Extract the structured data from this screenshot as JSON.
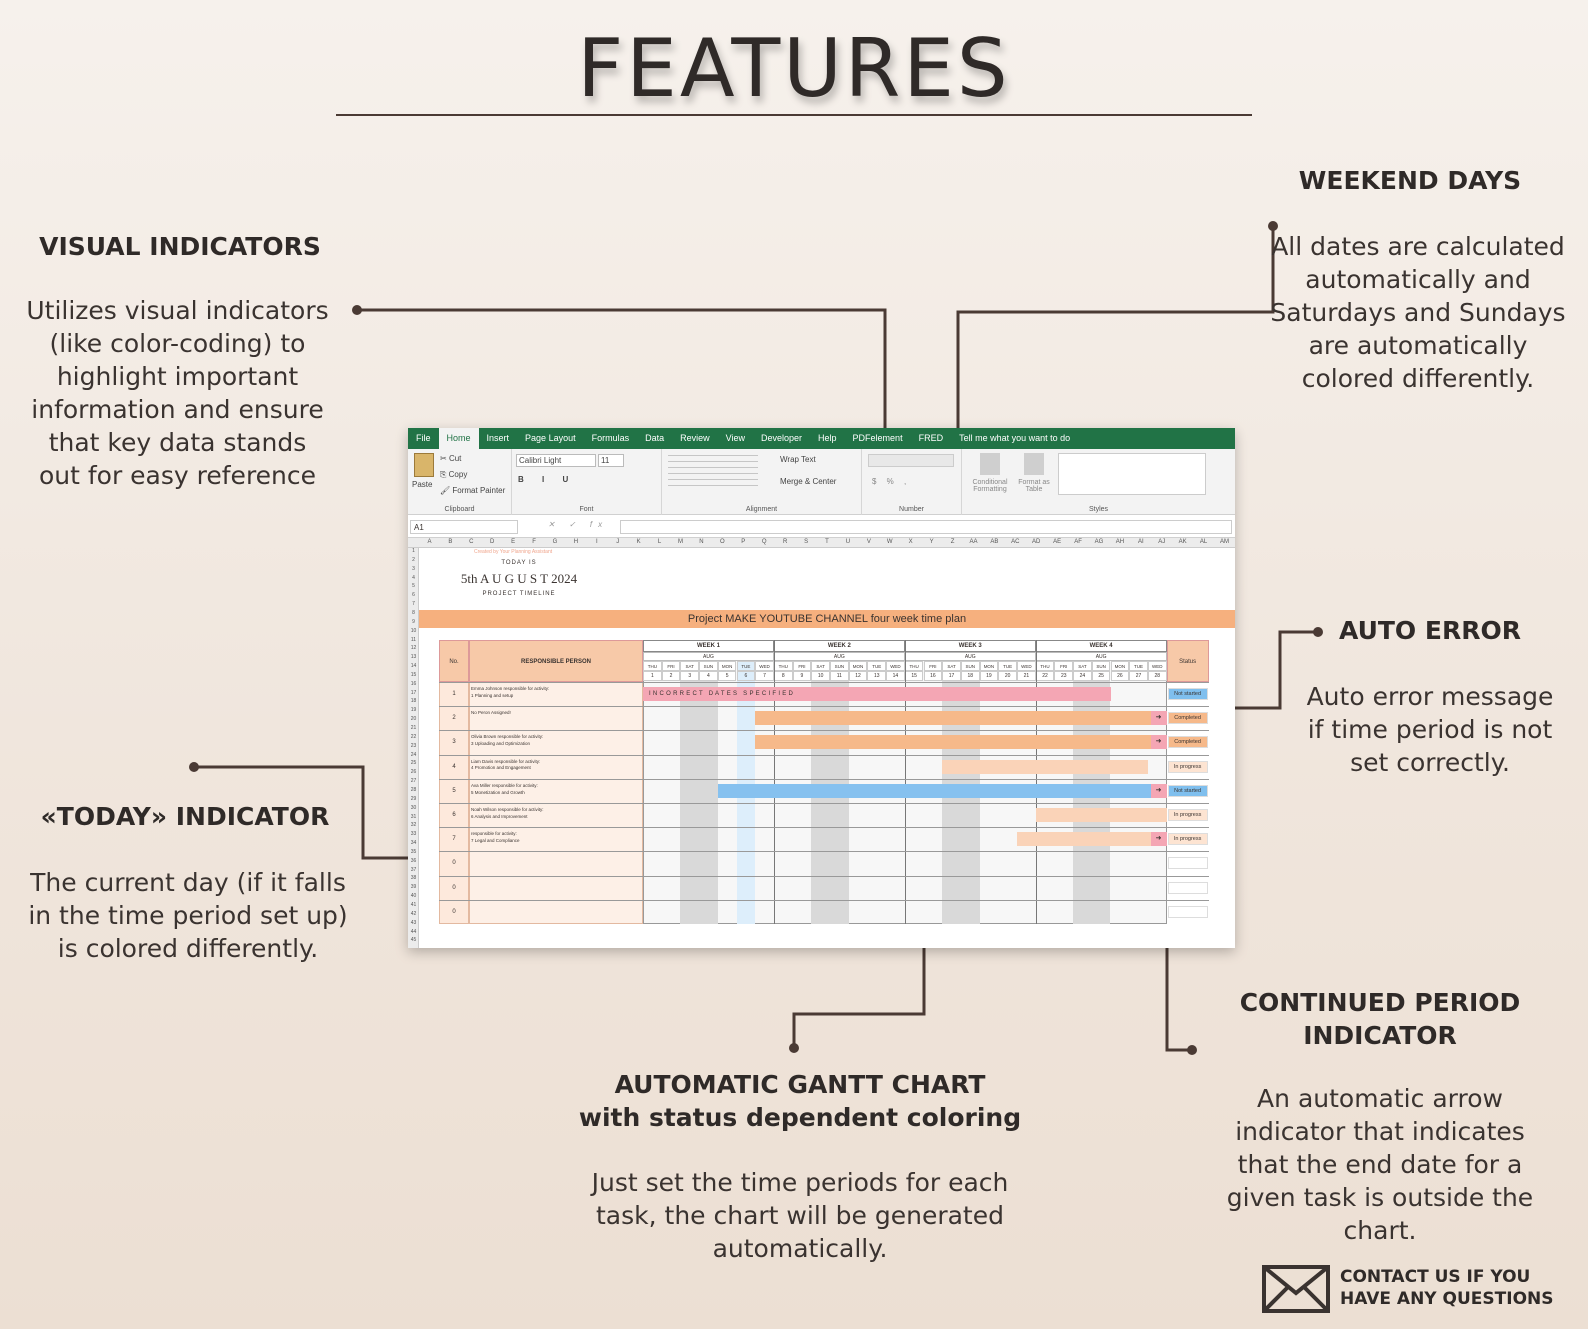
{
  "page": {
    "title": "FEATURES",
    "contact": "CONTACT US IF YOU HAVE ANY QUESTIONS"
  },
  "features": {
    "visual_indicators": {
      "heading": "VISUAL INDICATORS",
      "body": "Utilizes visual indicators (like color-coding) to highlight important information and ensure that key data stands out for easy reference"
    },
    "weekend_days": {
      "heading": "WEEKEND DAYS",
      "body": "All dates are calculated automatically and Saturdays and Sundays are automatically colored differently."
    },
    "auto_error": {
      "heading": "AUTO ERROR",
      "body": "Auto error message if time period is not set correctly."
    },
    "today_indicator": {
      "heading": "«TODAY» INDICATOR",
      "body": "The current day (if it falls in the time period set up) is colored differently."
    },
    "gantt_chart": {
      "heading_line1": "AUTOMATIC GANTT CHART",
      "heading_line2": "with status dependent coloring",
      "body": "Just set the time periods for each task, the chart will be generated automatically."
    },
    "continued_period": {
      "heading": "CONTINUED PERIOD INDICATOR",
      "body": "An automatic arrow indicator that indicates that the end date for a given task is outside the chart."
    }
  },
  "excel": {
    "tabs": [
      "File",
      "Home",
      "Insert",
      "Page Layout",
      "Formulas",
      "Data",
      "Review",
      "View",
      "Developer",
      "Help",
      "PDFelement",
      "FRED",
      "Tell me what you want to do"
    ],
    "active_tab": "Home",
    "ribbon": {
      "paste": "Paste",
      "cut": "Cut",
      "copy": "Copy",
      "format_painter": "Format Painter",
      "clipboard": "Clipboard",
      "font_name": "Calibri Light",
      "font_size": "11",
      "font": "Font",
      "wrap_text": "Wrap Text",
      "merge_center": "Merge & Center",
      "alignment": "Alignment",
      "number": "Number",
      "conditional_formatting": "Conditional Formatting",
      "format_as_table": "Format as Table",
      "styles": "Styles"
    },
    "name_box": "A1",
    "fx": "fx",
    "columns": [
      "A",
      "B",
      "C",
      "D",
      "E",
      "F",
      "G",
      "H",
      "I",
      "J",
      "K",
      "L",
      "M",
      "N",
      "O",
      "P",
      "Q",
      "R",
      "S",
      "T",
      "U",
      "V",
      "W",
      "X",
      "Y",
      "Z",
      "AA",
      "AB",
      "AC",
      "AD",
      "AE",
      "AF",
      "AG",
      "AH",
      "AI",
      "AJ",
      "AK",
      "AL",
      "AM"
    ],
    "created_by": "Created by Your Planning Assistant",
    "today_label": "TODAY IS",
    "today_date": "5th A U G U S T  2024",
    "project_timeline": "PROJECT TIMELINE",
    "project_banner": "Project   MAKE YOUTUBE CHANNEL   four week time plan",
    "table_headers": {
      "no": "No.",
      "person": "RESPONSIBLE PERSON",
      "status": "Status"
    },
    "weeks": [
      "WEEK 1",
      "WEEK 2",
      "WEEK 3",
      "WEEK 4"
    ],
    "month": "AUG",
    "day_names": [
      "THU",
      "FRI",
      "SAT",
      "SUN",
      "MON",
      "TUE",
      "WED",
      "THU",
      "FRI",
      "SAT",
      "SUN",
      "MON",
      "TUE",
      "WED",
      "THU",
      "FRI",
      "SAT",
      "SUN",
      "MON",
      "TUE",
      "WED",
      "THU",
      "FRI",
      "SAT",
      "SUN",
      "MON",
      "TUE",
      "WED"
    ],
    "day_numbers": [
      "1",
      "2",
      "3",
      "4",
      "5",
      "6",
      "7",
      "8",
      "9",
      "10",
      "11",
      "12",
      "13",
      "14",
      "15",
      "16",
      "17",
      "18",
      "19",
      "20",
      "21",
      "22",
      "23",
      "24",
      "25",
      "26",
      "27",
      "28"
    ],
    "weekend_day_indexes": [
      2,
      3,
      9,
      10,
      16,
      17,
      23,
      24
    ],
    "today_day_index": 5,
    "error_message": "I N C O R R E C T   D A T E S   S P E C I F I E D",
    "arrow": "➜",
    "tasks": [
      {
        "no": "1",
        "person": "Emma Johnson responsible for activity:",
        "activity": "1 Planning and setup",
        "status": "Not started",
        "bar": "error",
        "start": 0,
        "end": 25,
        "arrow": false
      },
      {
        "no": "2",
        "person": "No Peron Assigned!",
        "activity": "",
        "status": "Completed",
        "bar": "#f6b98a",
        "start": 6,
        "end": 28,
        "arrow": true
      },
      {
        "no": "3",
        "person": "Olivia Brown responsible for activity:",
        "activity": "3 Uploading and Optimization",
        "status": "Completed",
        "bar": "#f6b98a",
        "start": 6,
        "end": 28,
        "arrow": true
      },
      {
        "no": "4",
        "person": "Liam Davis responsible for activity:",
        "activity": "4 Promotion and Engagement",
        "status": "In progress",
        "bar": "#fad3b8",
        "start": 16,
        "end": 27,
        "arrow": false
      },
      {
        "no": "5",
        "person": "Ava Miller responsible for activity:",
        "activity": "5 Monetization and Growth",
        "status": "Not started",
        "bar": "#86c1ef",
        "start": 4,
        "end": 28,
        "arrow": true
      },
      {
        "no": "6",
        "person": "Noah Wilson responsible for activity:",
        "activity": "6 Analysis and Improvement",
        "status": "In progress",
        "bar": "#fad3b8",
        "start": 21,
        "end": 28,
        "arrow": false
      },
      {
        "no": "7",
        "person": "responsible for activity:",
        "activity": "7 Legal and Compliance",
        "status": "In progress",
        "bar": "#fad3b8",
        "start": 20,
        "end": 28,
        "arrow": true
      },
      {
        "no": "0",
        "person": "",
        "activity": "",
        "status": "",
        "bar": "",
        "start": 0,
        "end": 0,
        "arrow": false
      },
      {
        "no": "0",
        "person": "",
        "activity": "",
        "status": "",
        "bar": "",
        "start": 0,
        "end": 0,
        "arrow": false
      },
      {
        "no": "0",
        "person": "",
        "activity": "",
        "status": "",
        "bar": "",
        "start": 0,
        "end": 0,
        "arrow": false
      }
    ],
    "status_colors": {
      "Not started": "#7fbfee",
      "Completed": "#f6b98a",
      "In progress": "#fde4d2"
    },
    "colors": {
      "ribbon_green": "#217346",
      "orange": "#f6b98a",
      "peach": "#fde9dc",
      "error_pink": "#f4a6b4",
      "weekend": "#d9d9d9",
      "today": "#ddeefb"
    }
  }
}
